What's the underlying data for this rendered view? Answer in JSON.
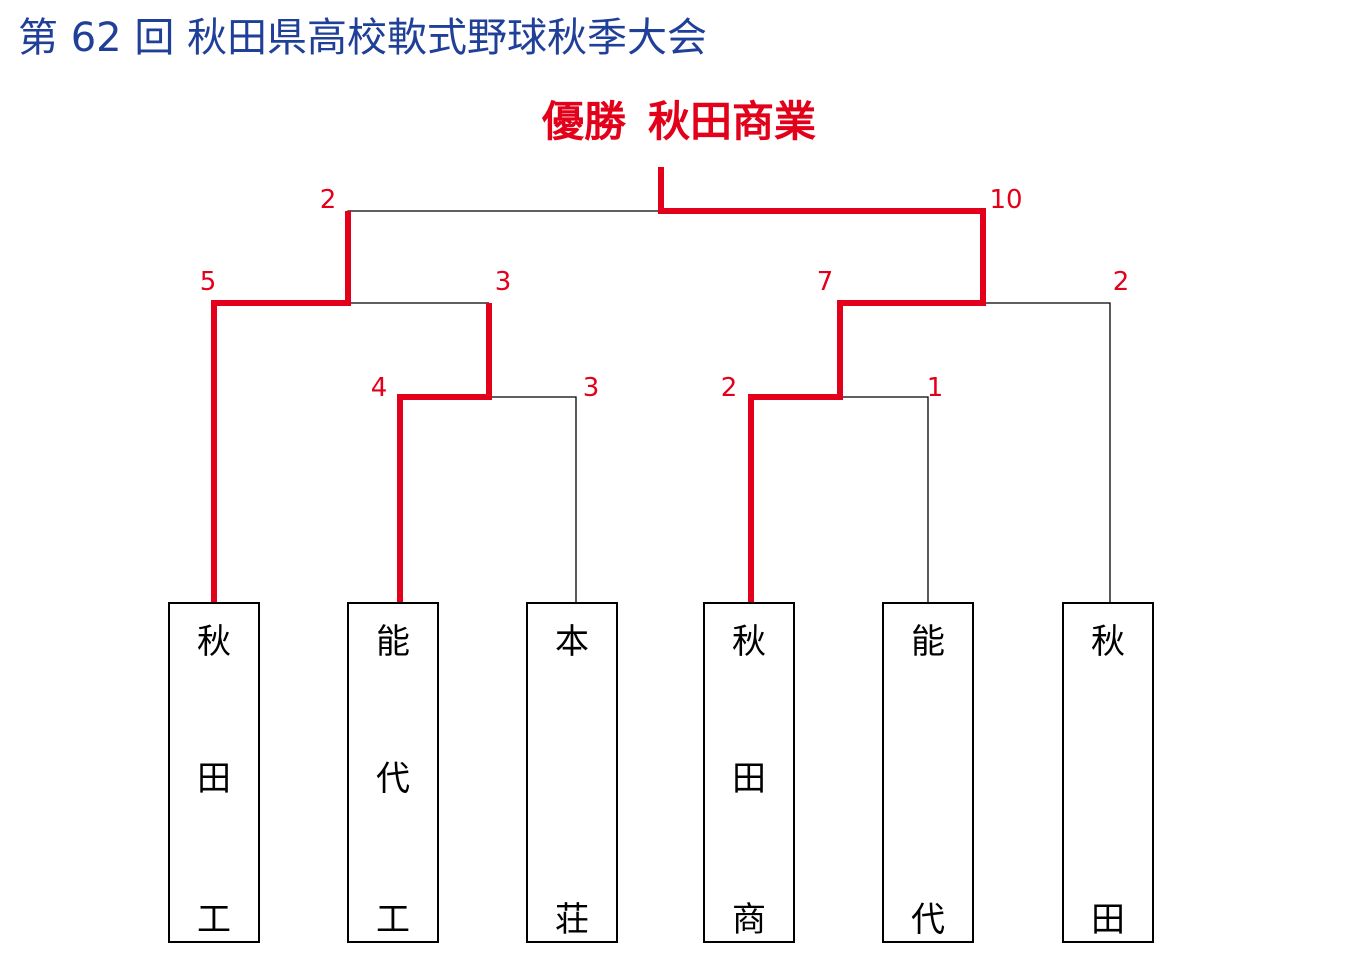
{
  "title": "第 62 回 秋田県高校軟式野球秋季大会",
  "champion": {
    "label": "優勝",
    "team": "秋田商業"
  },
  "colors": {
    "title": "#1f3f99",
    "winner": "#e3001b",
    "line": "#000000"
  },
  "teams": [
    {
      "chars": [
        "秋",
        "田",
        "工"
      ]
    },
    {
      "chars": [
        "能",
        "代",
        "工"
      ]
    },
    {
      "chars": [
        "本",
        "",
        "荘"
      ]
    },
    {
      "chars": [
        "秋",
        "田",
        "商"
      ]
    },
    {
      "chars": [
        "能",
        "",
        "代"
      ]
    },
    {
      "chars": [
        "秋",
        "",
        "田"
      ]
    }
  ],
  "scores": {
    "r1_a": "4",
    "r1_b": "3",
    "r1_c": "2",
    "r1_d": "1",
    "r2_a": "3",
    "r2_b": "7",
    "r2_c": "2",
    "semi_left_top": "5",
    "final_left": "2",
    "final_right": "10"
  }
}
